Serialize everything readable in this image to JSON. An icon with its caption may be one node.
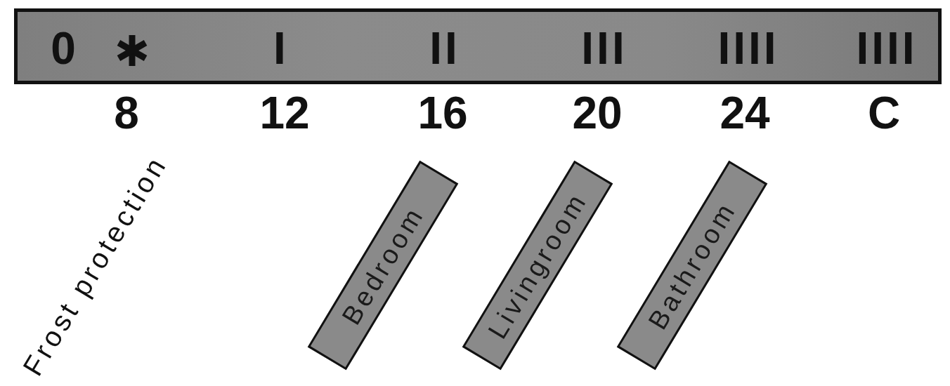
{
  "diagram": {
    "nodes": [
      {
        "text": [
          "0",
          "I",
          "II",
          "III",
          "IIII",
          "IIII"
        ]
      },
      {
        "text": [
          "Bedroom"
        ]
      },
      {
        "text": [
          "Livingroom"
        ]
      },
      {
        "text": [
          "Bathroom"
        ]
      }
    ],
    "labels": [
      "8",
      "12",
      "16",
      "20",
      "24",
      "C",
      "Frost protection"
    ]
  }
}
